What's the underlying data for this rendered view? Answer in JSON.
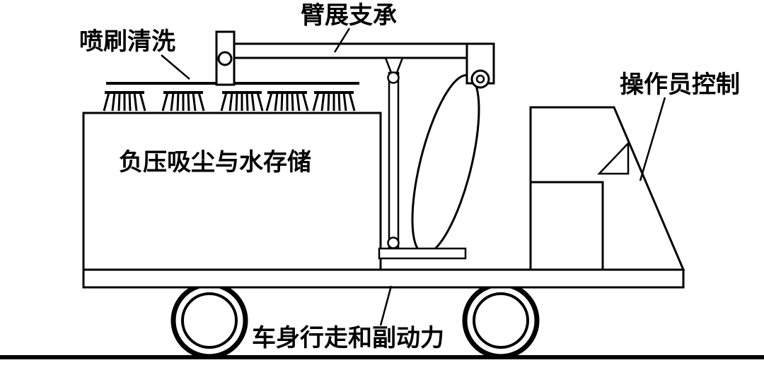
{
  "diagram": {
    "labels": {
      "spray_brush": "喷刷清洗",
      "arm_support": "臂展支承",
      "operator_control": "操作员控制",
      "vacuum_water_storage": "负压吸尘与水存储",
      "chassis_power": "车身行走和副动力"
    },
    "colors": {
      "line": "#000000",
      "background": "#ffffff"
    }
  }
}
